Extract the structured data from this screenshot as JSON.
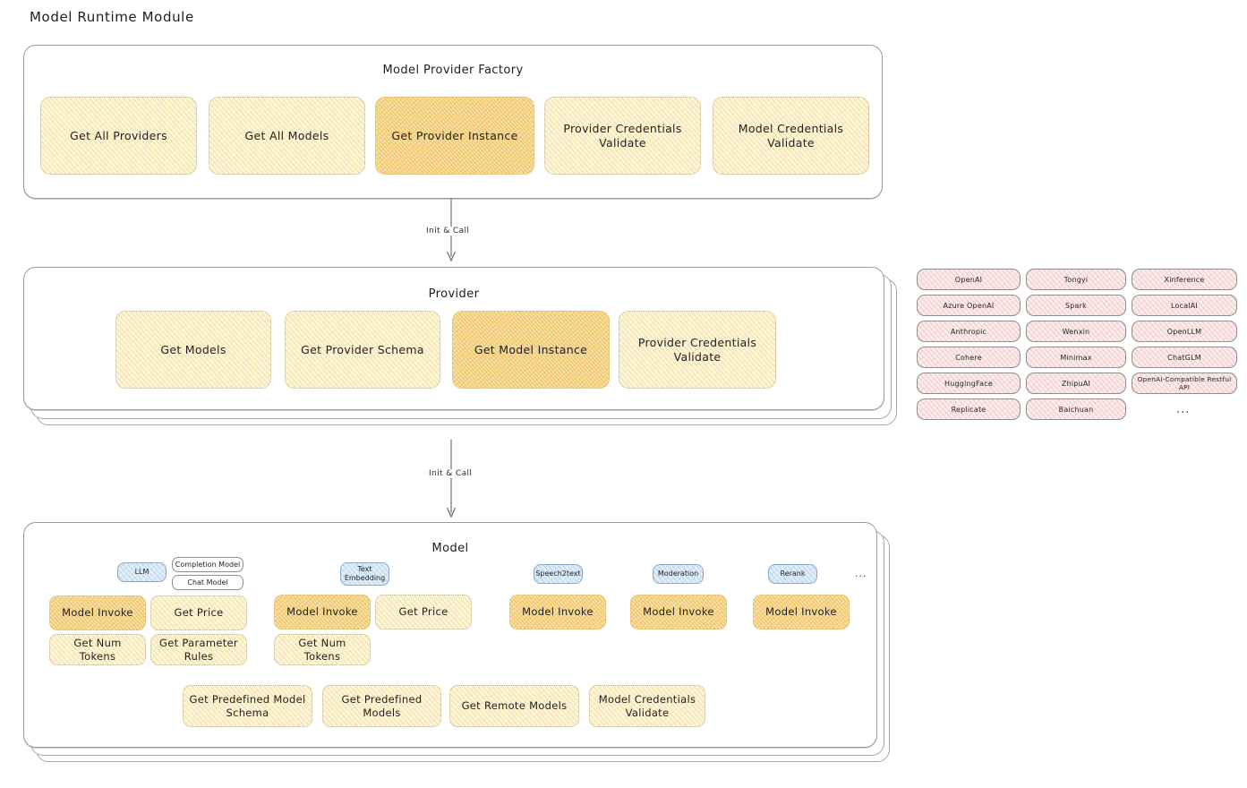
{
  "title": "Model Runtime Module",
  "factory": {
    "title": "Model Provider Factory",
    "items": [
      {
        "label": "Get All Providers",
        "highlight": false
      },
      {
        "label": "Get All Models",
        "highlight": false
      },
      {
        "label": "Get Provider Instance",
        "highlight": true
      },
      {
        "label": "Provider Credentials Validate",
        "highlight": false
      },
      {
        "label": "Model Credentials Validate",
        "highlight": false
      }
    ]
  },
  "connectors": [
    {
      "label": "Init & Call"
    },
    {
      "label": "Init & Call"
    }
  ],
  "provider": {
    "title": "Provider",
    "items": [
      {
        "label": "Get Models",
        "highlight": false
      },
      {
        "label": "Get Provider Schema",
        "highlight": false
      },
      {
        "label": "Get Model Instance",
        "highlight": true
      },
      {
        "label": "Provider Credentials Validate",
        "highlight": false
      }
    ]
  },
  "provider_list": {
    "ellipsis": "...",
    "columns": [
      [
        "OpenAI",
        "Azure OpenAI",
        "Anthropic",
        "Cohere",
        "HuggingFace",
        "Replicate"
      ],
      [
        "Tongyi",
        "Spark",
        "Wenxin",
        "Minimax",
        "ZhipuAI",
        "Baichuan"
      ],
      [
        "Xinference",
        "LocalAI",
        "OpenLLM",
        "ChatGLM",
        "OpenAI-Compatible Restful API"
      ]
    ]
  },
  "model": {
    "title": "Model",
    "ellipsis": "...",
    "groups": [
      {
        "badge": "LLM",
        "subboxes": [
          "Completion Model",
          "Chat Model"
        ],
        "items": [
          {
            "label": "Model Invoke",
            "highlight": true
          },
          {
            "label": "Get Price",
            "highlight": false
          },
          {
            "label": "Get Num Tokens",
            "highlight": false
          },
          {
            "label": "Get Parameter Rules",
            "highlight": false
          }
        ]
      },
      {
        "badge": "Text Embedding",
        "subboxes": [],
        "items": [
          {
            "label": "Model Invoke",
            "highlight": true
          },
          {
            "label": "Get Price",
            "highlight": false
          },
          {
            "label": "Get Num Tokens",
            "highlight": false
          }
        ]
      },
      {
        "badge": "Speech2text",
        "subboxes": [],
        "items": [
          {
            "label": "Model Invoke",
            "highlight": true
          }
        ]
      },
      {
        "badge": "Moderation",
        "subboxes": [],
        "items": [
          {
            "label": "Model Invoke",
            "highlight": true
          }
        ]
      },
      {
        "badge": "Rerank",
        "subboxes": [],
        "items": [
          {
            "label": "Model Invoke",
            "highlight": true
          }
        ]
      }
    ],
    "shared": [
      {
        "label": "Get Predefined Model Schema"
      },
      {
        "label": "Get Predefined Models"
      },
      {
        "label": "Get Remote Models"
      },
      {
        "label": "Model Credentials Validate"
      }
    ]
  },
  "colors": {
    "fill_normal": "#fdf6de",
    "fill_highlight": "#fbe2a8",
    "fill_provider": "#fdeeee",
    "fill_badge": "#e3f0fb",
    "stroke": "#9a9a9a",
    "text": "#1e1e1e"
  }
}
